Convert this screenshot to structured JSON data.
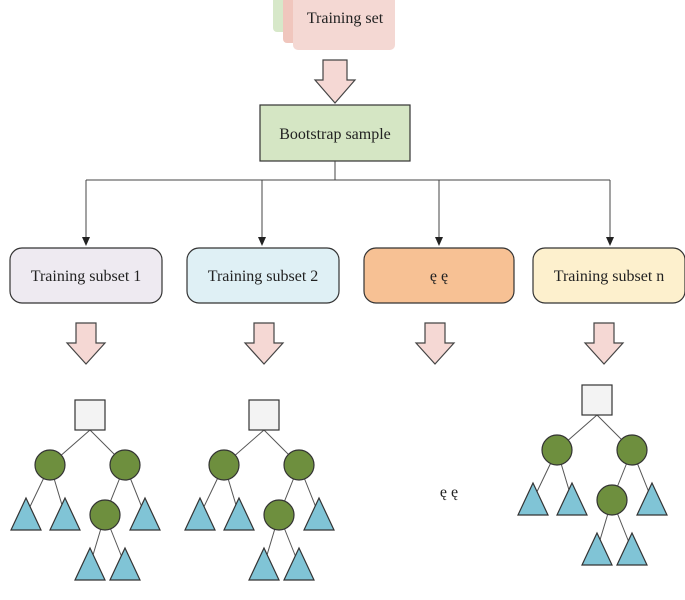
{
  "training_set": {
    "label": "Training set",
    "stack_colors": [
      "#d7e8c9",
      "#f0c6bd",
      "#f4d8d3"
    ]
  },
  "bootstrap": {
    "label": "Bootstrap sample",
    "fill": "#d5e6c4"
  },
  "subsets": [
    {
      "label": "Training subset 1",
      "fill": "#eeeaf1"
    },
    {
      "label": "Training subset 2",
      "fill": "#dff0f5"
    },
    {
      "label": "ę ę",
      "fill": "#f7c194"
    },
    {
      "label": "Training subset n",
      "fill": "#fdf0cd"
    }
  ],
  "ellipsis_label": "ę ę",
  "colors": {
    "arrow_fill": "#f5d8d4",
    "node_circle": "#6e8f3e",
    "node_triangle": "#80c4d6",
    "node_root": "#f3f3f3",
    "line": "#555555"
  }
}
